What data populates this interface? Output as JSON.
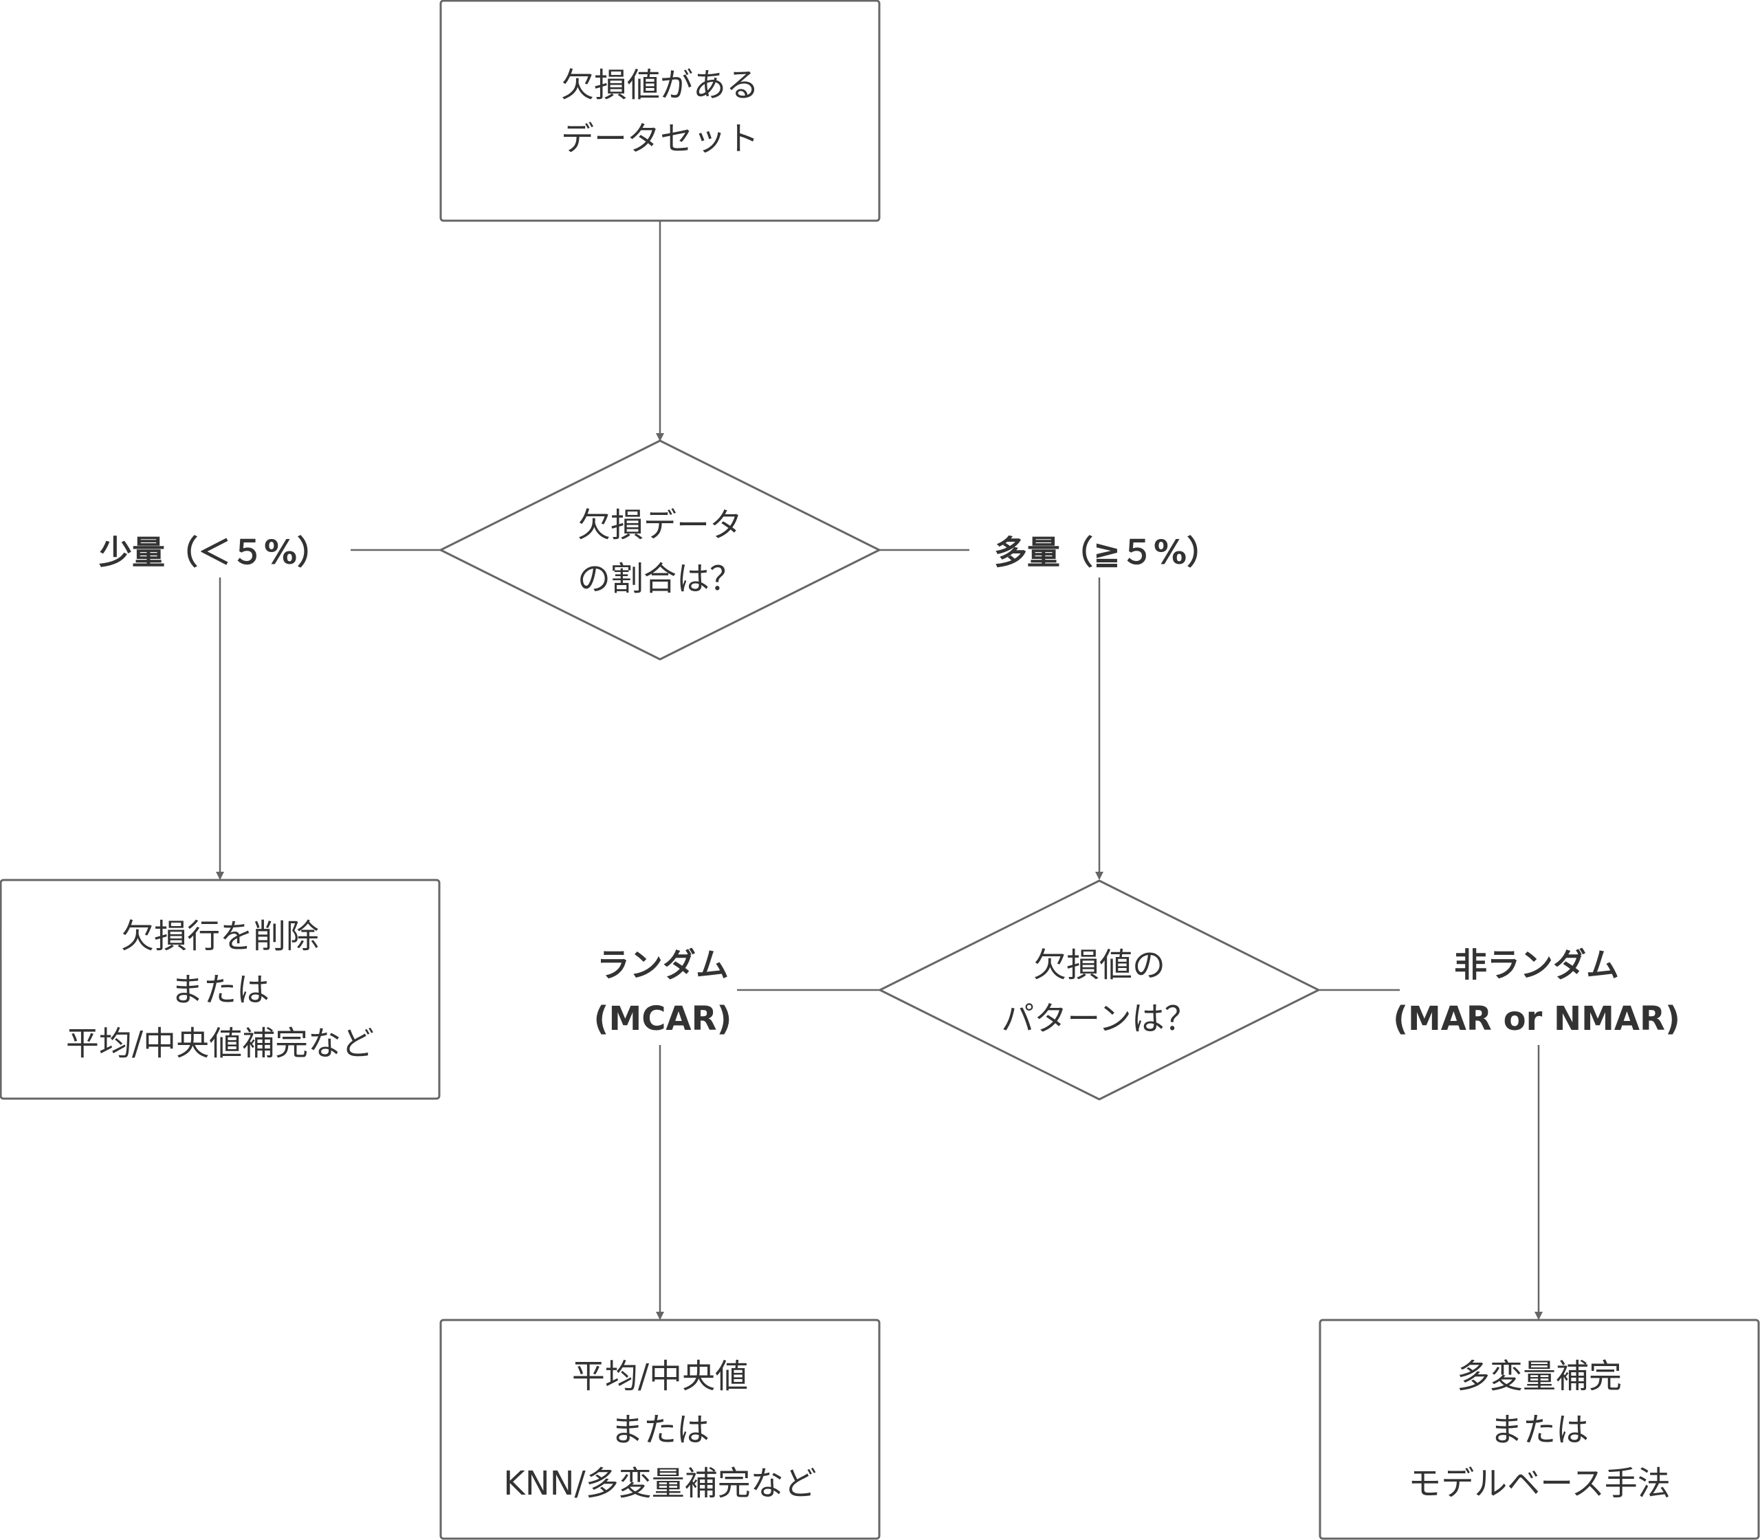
{
  "nodes": {
    "start": {
      "line1": "欠損値がある",
      "line2": "データセット"
    },
    "ratio_decision": {
      "line1": "欠損データ",
      "line2": "の割合は？"
    },
    "delete_action": {
      "line1": "欠損行を削除",
      "line2": "または",
      "line3": "平均/中央値補完など"
    },
    "pattern_decision": {
      "line1": "欠損値の",
      "line2": "パターンは？"
    },
    "random_action": {
      "line1": "平均/中央値",
      "line2": "または",
      "line3": "KNN/多変量補完など"
    },
    "nonrandom_action": {
      "line1": "多変量補完",
      "line2": "または",
      "line3": "モデルベース手法"
    }
  },
  "edges": {
    "small": {
      "label": "少量（＜５%）"
    },
    "large": {
      "label": "多量（≧５%）"
    },
    "random": {
      "line1": "ランダム",
      "line2": "(MCAR)"
    },
    "nonrandom": {
      "line1": "非ランダム",
      "line2": "(MAR or NMAR)"
    }
  },
  "colors": {
    "stroke": "#666666",
    "text": "#333333",
    "background": "#ffffff"
  }
}
